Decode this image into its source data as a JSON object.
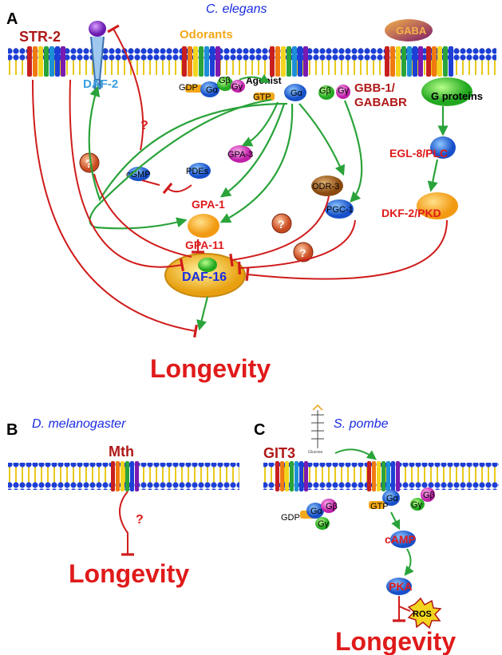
{
  "panels": {
    "a": {
      "letter": "A",
      "organism": "C. elegans",
      "labels": {
        "str2": "STR-2",
        "daf2": "DAF-2",
        "odorants": "Odorants",
        "gaba": "GABA",
        "agonist": "Agonist",
        "gdp": "GDP",
        "galpha": "Gα",
        "gbeta": "Gβ",
        "ggamma": "Gγ",
        "gtp": "GTP",
        "galpha2": "Gα",
        "gbeta2": "Gβ",
        "ggamma2": "Gγ",
        "gbb1_line1": "GBB-1/",
        "gbb1_line2": "GABABR",
        "gproteins": "G proteins",
        "egl8": "EGL-8/PLC",
        "dkf2": "DKF-2/PKD",
        "cgmp": "cGMP",
        "pdes": "PDEs",
        "gpa3": "GPA-3",
        "gpa1": "GPA-1",
        "odr3": "ODR-3",
        "pgc1": "PGC-1",
        "gpa11": "GPA-11",
        "daf16": "DAF-16",
        "question": "?",
        "longevity": "Longevity"
      }
    },
    "b": {
      "letter": "B",
      "organism": "D. melanogaster",
      "mth": "Mth",
      "question": "?",
      "longevity": "Longevity"
    },
    "c": {
      "letter": "C",
      "organism": "S. pombe",
      "git3": "GIT3",
      "glucose": "Glucose",
      "gdp": "GDP",
      "galpha": "Gα",
      "gbeta": "Gβ",
      "ggamma": "Gγ",
      "gtp": "GTP",
      "galpha2": "Gα",
      "gbeta2": "Gβ",
      "ggamma2": "Gγ",
      "camp": "cAMP",
      "pka": "PKA",
      "ros": "ROS",
      "longevity": "Longevity"
    }
  },
  "colors": {
    "activation": "#2aa33a",
    "inhibition": "#d01c1c",
    "membrane_head": "#1d3fd6",
    "membrane_tail": "#f2d51e",
    "organism_text": "#1a2be0",
    "protein_red": "#e01a1a",
    "longevity": "#e01a1a"
  }
}
